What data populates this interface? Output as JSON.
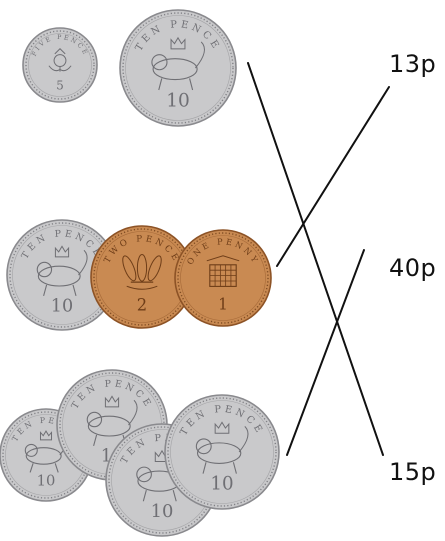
{
  "exercise": {
    "groups": [
      {
        "id": "group-1",
        "coins": [
          {
            "denomination": "FIVE PENCE",
            "value": "5",
            "metal": "silver"
          },
          {
            "denomination": "TEN PENCE",
            "value": "10",
            "metal": "silver"
          }
        ]
      },
      {
        "id": "group-2",
        "coins": [
          {
            "denomination": "TEN PENCE",
            "value": "10",
            "metal": "silver"
          },
          {
            "denomination": "TWO PENCE",
            "value": "2",
            "metal": "copper"
          },
          {
            "denomination": "ONE PENNY",
            "value": "1",
            "metal": "copper"
          }
        ]
      },
      {
        "id": "group-3",
        "coins": [
          {
            "denomination": "TEN PENCE",
            "value": "10",
            "metal": "silver"
          },
          {
            "denomination": "TEN PENCE",
            "value": "10",
            "metal": "silver"
          },
          {
            "denomination": "TEN PENCE",
            "value": "10",
            "metal": "silver"
          },
          {
            "denomination": "TEN PENCE",
            "value": "10",
            "metal": "silver"
          }
        ]
      }
    ],
    "answers": [
      "13p",
      "40p",
      "15p"
    ],
    "matches": [
      {
        "group": "group-1",
        "answer": "15p"
      },
      {
        "group": "group-2",
        "answer": "13p"
      },
      {
        "group": "group-3",
        "answer": "40p"
      }
    ]
  },
  "colors": {
    "silver_fill": "#c9c9cb",
    "silver_edge": "#8a8a8e",
    "silver_detail": "#6f6f74",
    "copper_fill": "#c98a52",
    "copper_edge": "#8d5326",
    "copper_detail": "#6e3d18",
    "line": "#111111"
  }
}
